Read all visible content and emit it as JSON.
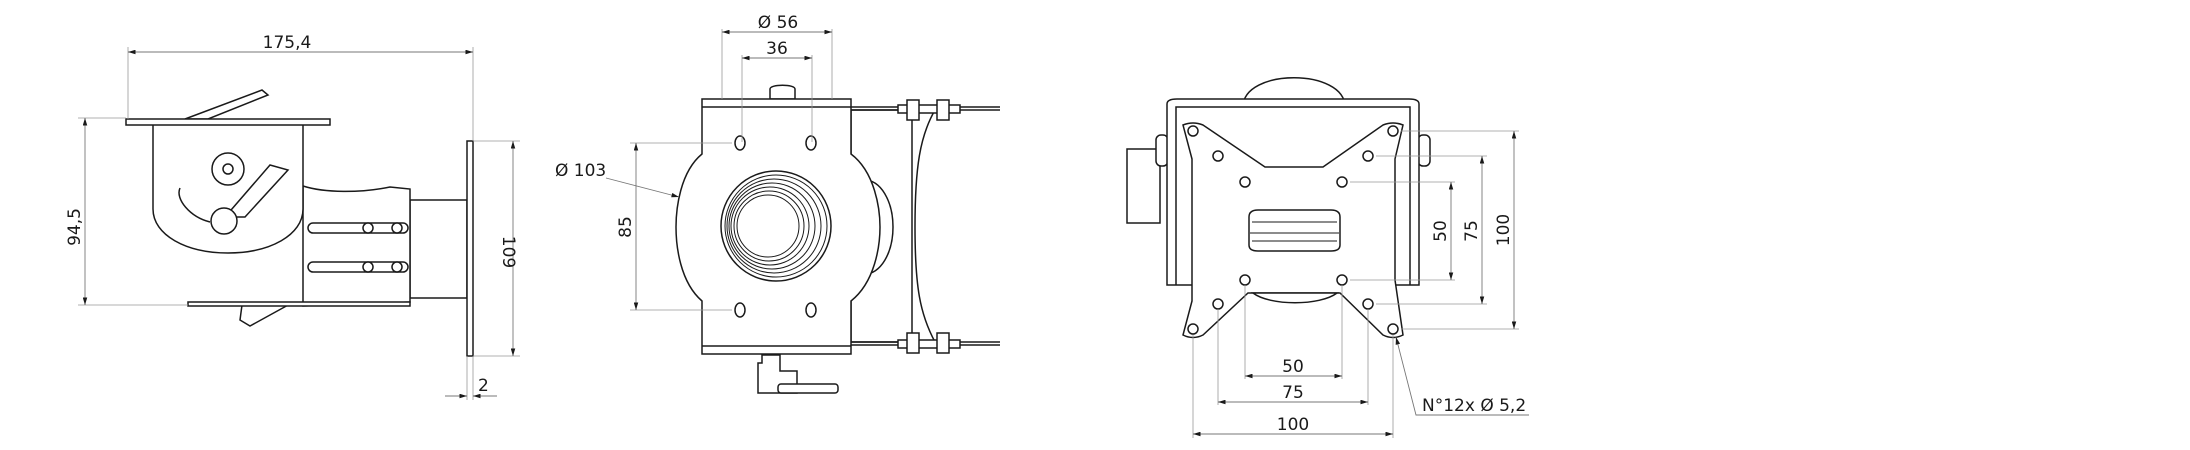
{
  "side_view": {
    "width_label": "175,4",
    "height_label": "94,5",
    "plate_height_label": "109",
    "plate_thickness_label": "2"
  },
  "front_view": {
    "tube_diameter_label": "Ø 56",
    "inner_width_label": "36",
    "flange_diameter_label": "Ø 103",
    "hole_spacing_label": "85"
  },
  "vesa_view": {
    "v50_label": "50",
    "v75_label": "75",
    "v100_label": "100",
    "h50_label": "50",
    "h75_label": "75",
    "h100_label": "100",
    "holes_note": "N°12x Ø 5,2"
  },
  "colors": {
    "line": "#1a1a1a",
    "dimension": "#777777",
    "background": "#ffffff"
  }
}
